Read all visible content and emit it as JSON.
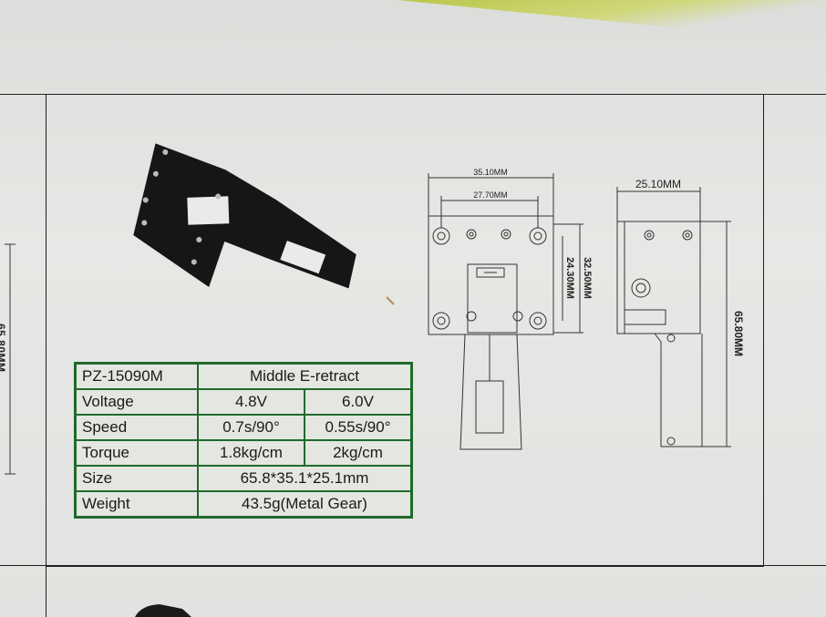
{
  "spec_table": {
    "rows": [
      {
        "label": "PZ-15090M",
        "value": "Middle E-retract"
      },
      {
        "label": "Voltage",
        "values": [
          "4.8V",
          "6.0V"
        ]
      },
      {
        "label": "Speed",
        "values": [
          "0.7s/90°",
          "0.55s/90°"
        ]
      },
      {
        "label": "Torque",
        "values": [
          "1.8kg/cm",
          "2kg/cm"
        ]
      },
      {
        "label": "Size",
        "value": "65.8*35.1*25.1mm"
      },
      {
        "label": "Weight",
        "value": "43.5g(Metal Gear)"
      }
    ]
  },
  "drawing": {
    "front": {
      "width_outer": "35.10MM",
      "width_inner": "27.70MM",
      "height_outer": "32.50MM",
      "height_inner": "24.30MM"
    },
    "side": {
      "width": "25.10MM",
      "height": "65.80MM"
    },
    "left_edge_dimension": "65.80MM"
  },
  "colors": {
    "table_border": "#1f6a2c",
    "paper": "#e2e4e1",
    "accent_corner": "#c3cd5a"
  }
}
